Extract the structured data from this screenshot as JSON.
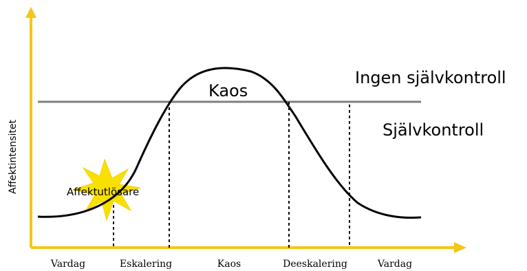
{
  "diagram": {
    "y_axis_label": "Affektintensitet",
    "threshold_label_above": "Ingen självkontroll",
    "threshold_label_below": "Självkontroll",
    "peak_label": "Kaos",
    "trigger_label": "Affektutlösare",
    "phases": [
      "Vardag",
      "Eskalering",
      "Kaos",
      "Deeskalering",
      "Vardag"
    ]
  },
  "colors": {
    "axis": "#F5C518",
    "threshold_line": "#7F7F7F",
    "curve": "#000000",
    "burst": "#F9E000"
  },
  "icons": {
    "trigger": "starburst-icon"
  }
}
